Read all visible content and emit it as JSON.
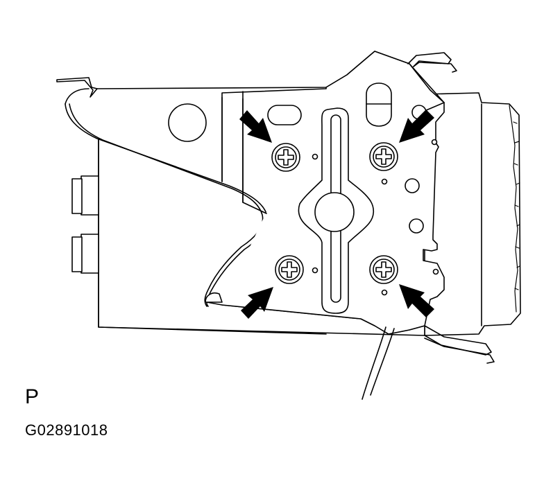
{
  "figure": {
    "view_code": "P",
    "figure_id": "G02891018",
    "line_color": "#000000",
    "background": "#ffffff",
    "arrow_color": "#000000"
  },
  "bolts": [
    {
      "name": "bolt-upper-left",
      "icon": "phillips-screw-icon"
    },
    {
      "name": "bolt-upper-right",
      "icon": "phillips-screw-icon"
    },
    {
      "name": "bolt-lower-left",
      "icon": "phillips-screw-icon"
    },
    {
      "name": "bolt-lower-right",
      "icon": "phillips-screw-icon"
    }
  ],
  "arrows": [
    {
      "name": "arrow-upper-left",
      "icon": "pointer-arrow-icon"
    },
    {
      "name": "arrow-upper-right",
      "icon": "pointer-arrow-icon"
    },
    {
      "name": "arrow-lower-left",
      "icon": "pointer-arrow-icon"
    },
    {
      "name": "arrow-lower-right",
      "icon": "pointer-arrow-icon"
    }
  ]
}
